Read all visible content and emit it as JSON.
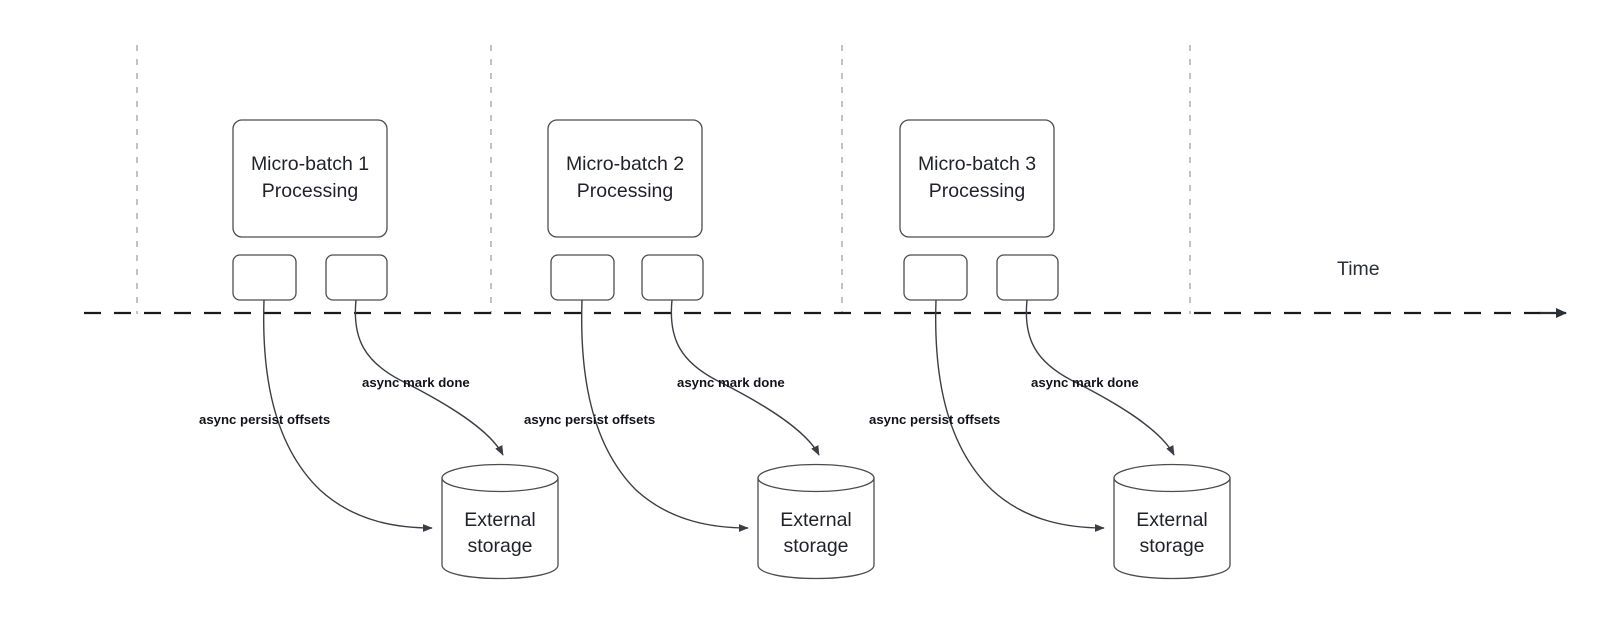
{
  "diagram": {
    "title_text": "",
    "colors": {
      "shape_stroke": "#4d4d4d",
      "edge_stroke": "#3b3f45",
      "timeline_stroke": "#1a1a1a",
      "guide_stroke": "#b3b3b3",
      "text": "#1f2229",
      "background": "#ffffff"
    },
    "timeline": {
      "axis_label": "Time",
      "style": "dashed-with-arrow"
    },
    "groups": [
      {
        "id": "group-1",
        "batch_label_line1": "Micro-batch 1",
        "batch_label_line2": "Processing",
        "task_boxes": [
          "",
          ""
        ],
        "edge_label_persist": "async persist offsets",
        "edge_label_mark": "async mark done",
        "storage_label_line1": "External",
        "storage_label_line2": "storage"
      },
      {
        "id": "group-2",
        "batch_label_line1": "Micro-batch 2",
        "batch_label_line2": "Processing",
        "task_boxes": [
          "",
          ""
        ],
        "edge_label_persist": "async persist offsets",
        "edge_label_mark": "async mark done",
        "storage_label_line1": "External",
        "storage_label_line2": "storage"
      },
      {
        "id": "group-3",
        "batch_label_line1": "Micro-batch 3",
        "batch_label_line2": "Processing",
        "task_boxes": [
          "",
          ""
        ],
        "edge_label_persist": "async persist offsets",
        "edge_label_mark": "async mark done",
        "storage_label_line1": "External",
        "storage_label_line2": "storage"
      }
    ]
  }
}
